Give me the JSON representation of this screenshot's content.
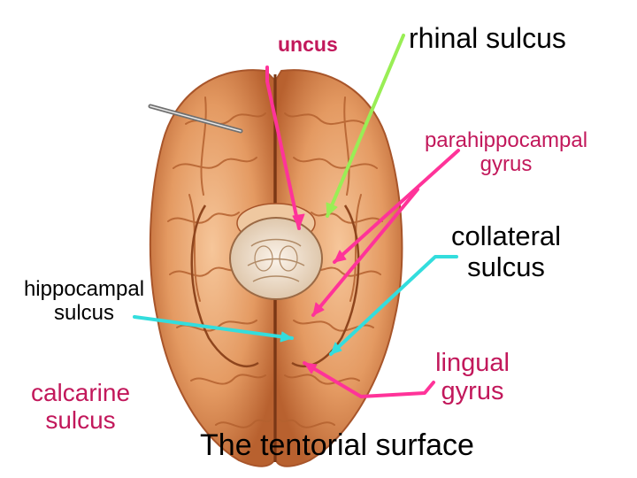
{
  "labels": {
    "uncus": {
      "text": "uncus",
      "color": "#c2185b"
    },
    "rhinal_sulcus": {
      "text": "rhinal sulcus",
      "color": "#000000"
    },
    "parahippocampal_gyrus": {
      "line1": "parahippocampal",
      "line2": "gyrus",
      "color": "#c2185b"
    },
    "collateral_sulcus": {
      "line1": "collateral",
      "line2": "sulcus",
      "color": "#000000"
    },
    "hippocampal_sulcus": {
      "line1": "hippocampal",
      "line2": "sulcus",
      "color": "#000000"
    },
    "lingual_gyrus": {
      "line1": "lingual",
      "line2": "gyrus",
      "color": "#c2185b"
    },
    "calcarine_sulcus": {
      "line1": "calcarine",
      "line2": "sulcus",
      "color": "#c2185b"
    },
    "caption": {
      "text": "The tentorial surface",
      "color": "#000000"
    }
  },
  "colors": {
    "pointer_magenta": "#ff3399",
    "pointer_green": "#99ee55",
    "pointer_cyan": "#33dddd",
    "brain_light": "#f2b27e",
    "brain_mid": "#dd8a52",
    "brain_dark": "#a8552a",
    "brainstem": "#f3e6d6"
  }
}
